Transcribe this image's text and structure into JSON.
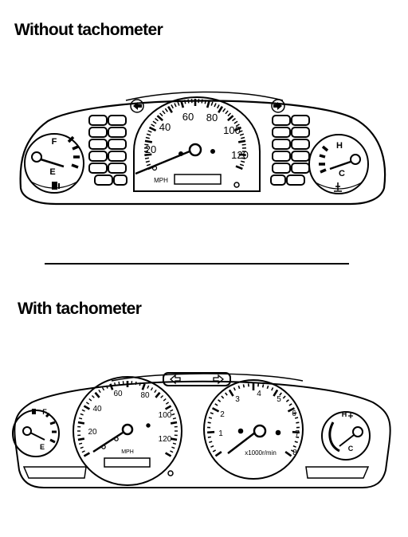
{
  "headings": {
    "without": "Without tachometer",
    "with": "With tachometer"
  },
  "cluster_without": {
    "speedo_labels": [
      "20",
      "40",
      "60",
      "80",
      "100",
      "120"
    ],
    "speedo_unit": "MPH",
    "fuel_full": "F",
    "fuel_empty": "E",
    "temp_hot": "H",
    "temp_cold": "C"
  },
  "cluster_with": {
    "speedo_labels": [
      "20",
      "40",
      "60",
      "80",
      "100",
      "120"
    ],
    "speedo_unit": "MPH",
    "tacho_labels": [
      "1",
      "2",
      "3",
      "4",
      "5",
      "6",
      "7",
      "8"
    ],
    "tacho_unit": "x1000r/min",
    "fuel_full": "F",
    "fuel_empty": "E",
    "temp_hot": "H",
    "temp_cold": "C"
  },
  "icons": {
    "fuel": "fuel-pump-icon",
    "temp": "thermometer-icon",
    "turn": "turn-signal-arrow-icon"
  }
}
